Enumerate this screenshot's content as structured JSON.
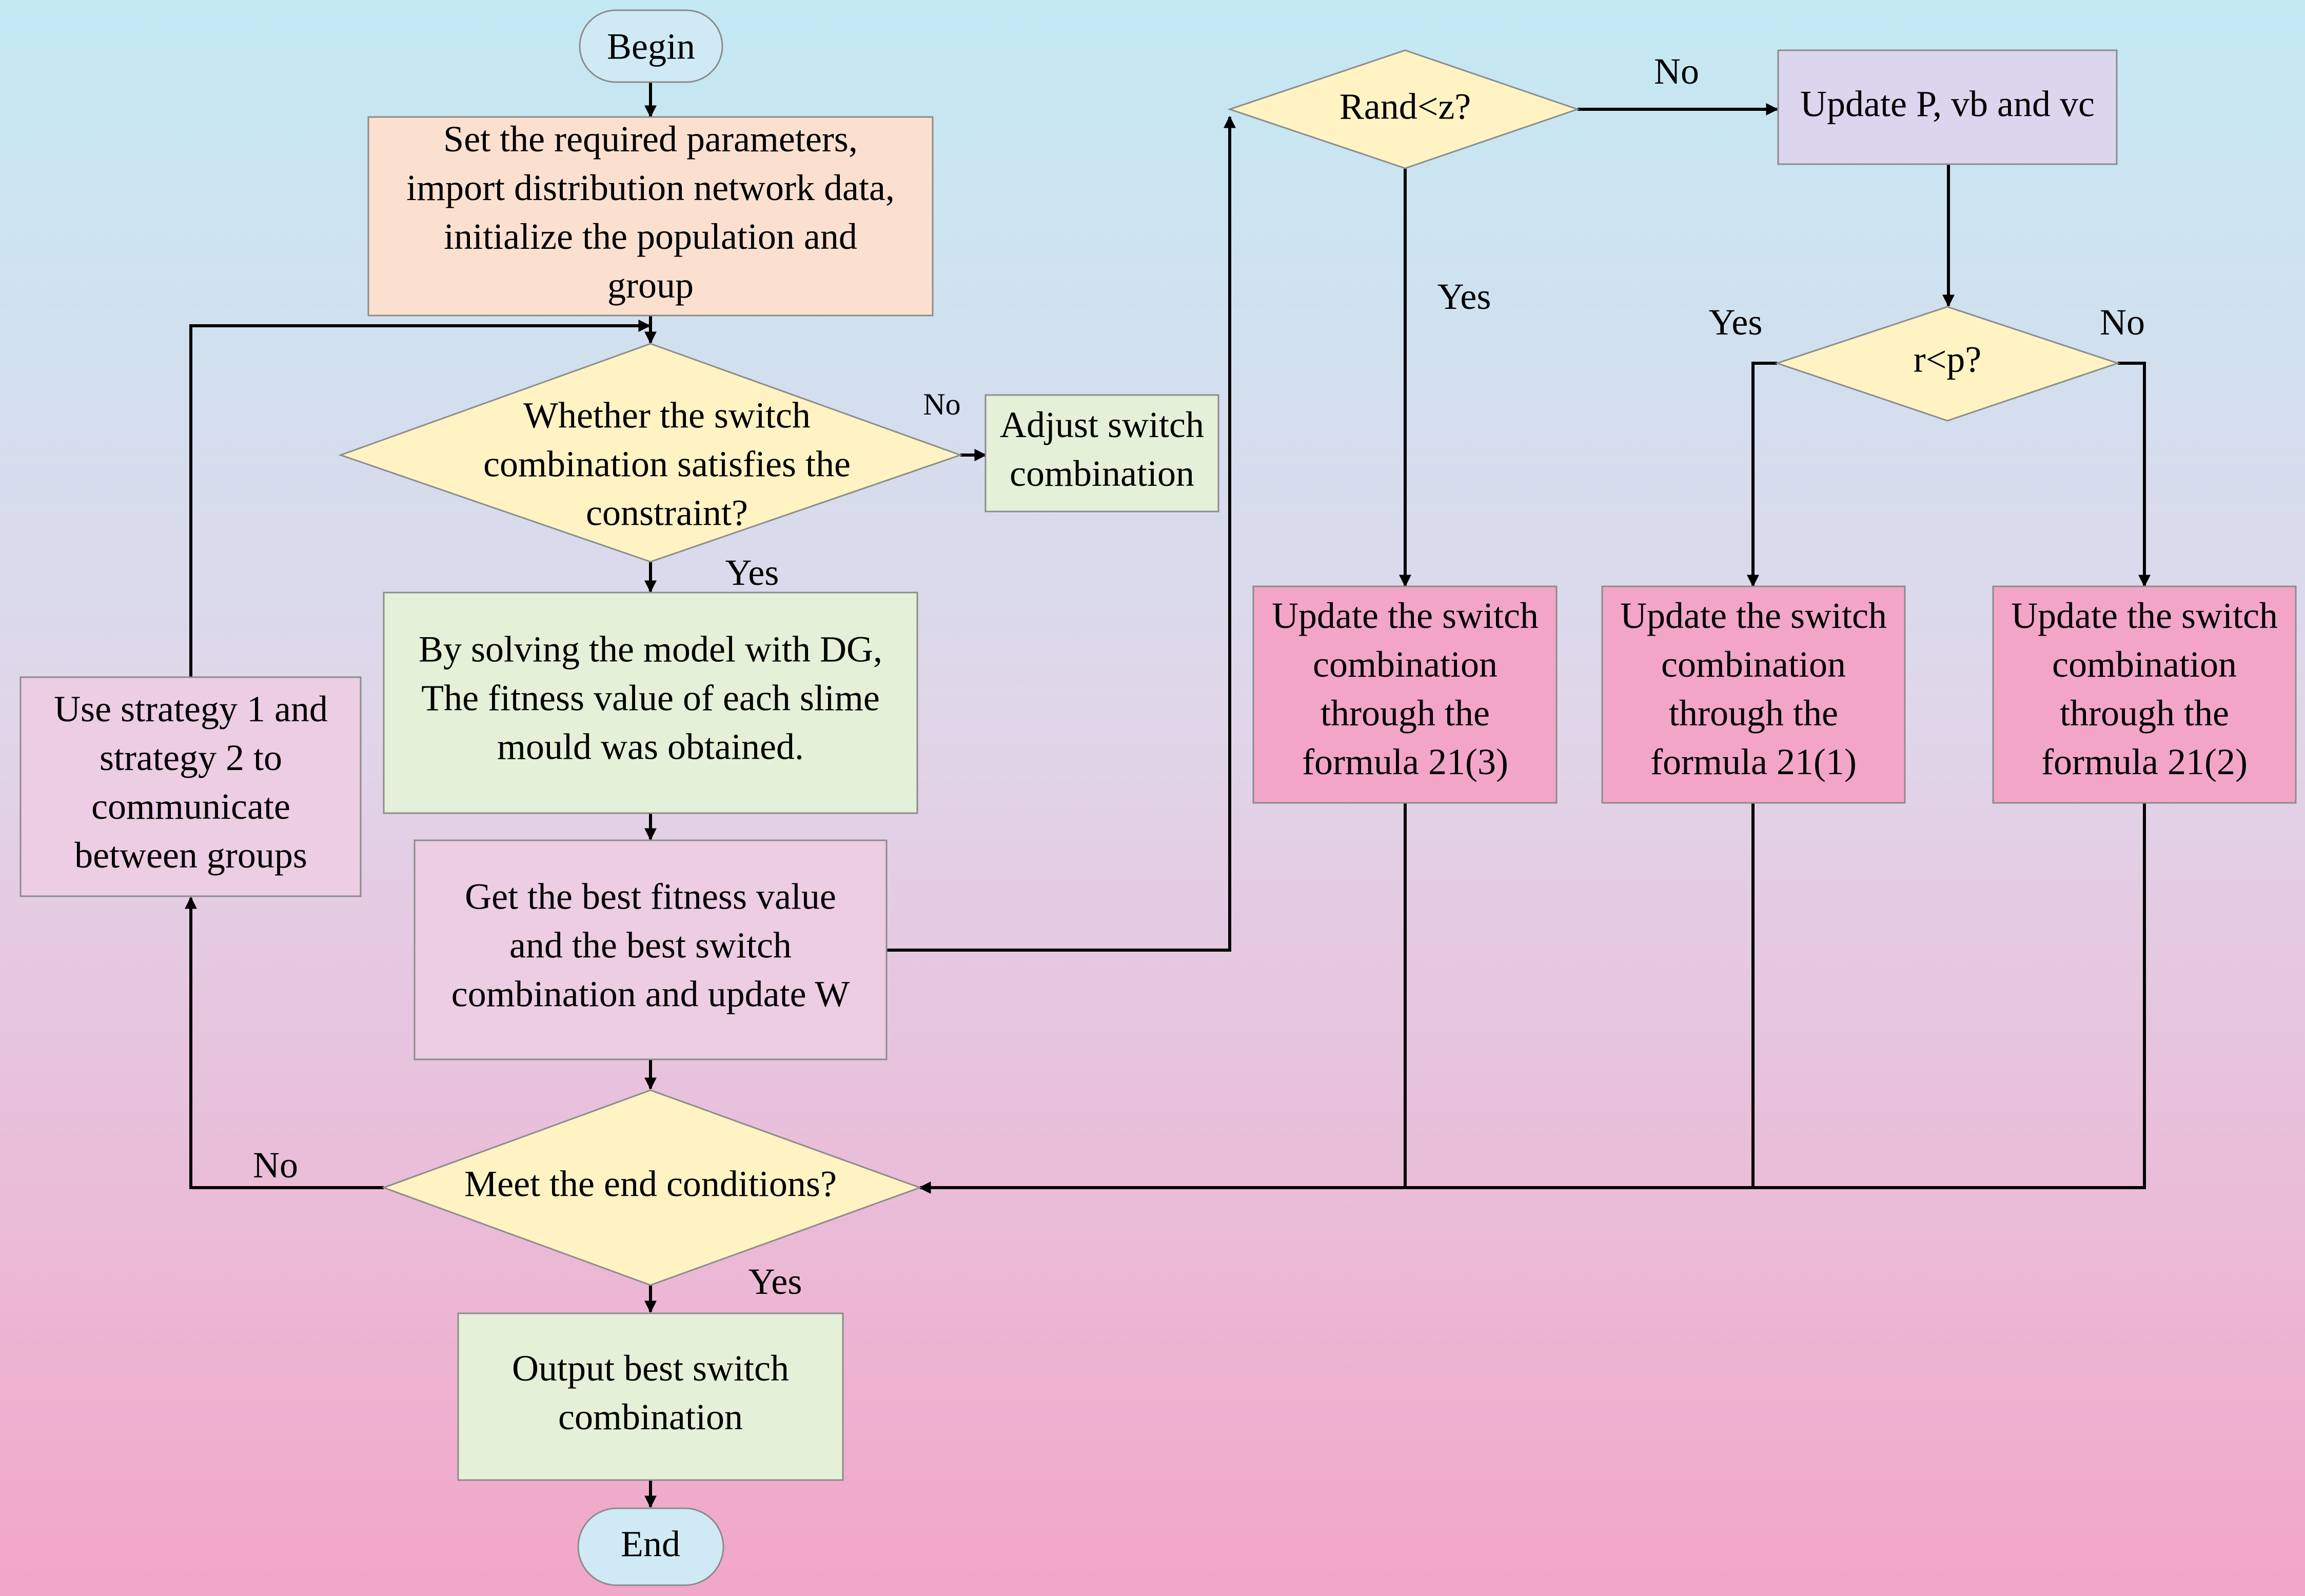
{
  "colors": {
    "background_top": "#c3e9f3",
    "background_mid": "#e0d6ea",
    "background_bottom": "#f2a6c9",
    "terminal": "#cfeaf5",
    "setup_box": "#fbe0d0",
    "green_box": "#e4f0d8",
    "purple_box": "#eccde4",
    "decision": "#fff3c4",
    "lavender_box": "#dcd5ee",
    "pink_box": "#f3a5c7",
    "stroke": "#8c8c8c"
  },
  "nodes": {
    "begin": {
      "lines": [
        "Begin"
      ]
    },
    "setup": {
      "lines": [
        "Set the required parameters,",
        "import distribution network data,",
        "initialize the population and",
        "group"
      ]
    },
    "constraint": {
      "lines": [
        "Whether the switch",
        "combination satisfies the",
        "constraint?"
      ]
    },
    "adjust": {
      "lines": [
        "Adjust switch",
        "combination"
      ]
    },
    "solve": {
      "lines": [
        "By solving the model with DG,",
        "The fitness value of each slime",
        "mould was obtained."
      ]
    },
    "best": {
      "lines": [
        "Get the best fitness value",
        "and the best switch",
        "combination and update W"
      ]
    },
    "strategy": {
      "lines": [
        "Use strategy 1 and",
        "strategy 2 to",
        "communicate",
        "between groups"
      ]
    },
    "end_check": {
      "lines": [
        "Meet the end conditions?"
      ]
    },
    "output": {
      "lines": [
        "Output best switch",
        "combination"
      ]
    },
    "end": {
      "lines": [
        "End"
      ]
    },
    "rand": {
      "lines": [
        "Rand<z?"
      ]
    },
    "update_p": {
      "lines": [
        "Update P, vb and vc"
      ]
    },
    "rp": {
      "lines": [
        "r<p?"
      ]
    },
    "formula3": {
      "lines": [
        "Update the switch",
        "combination",
        "through the",
        "formula 21(3)"
      ]
    },
    "formula1": {
      "lines": [
        "Update the switch",
        "combination",
        "through the",
        "formula 21(1)"
      ]
    },
    "formula2": {
      "lines": [
        "Update the switch",
        "combination",
        "through the",
        "formula 21(2)"
      ]
    }
  },
  "edge_labels": {
    "constraint_no": "No",
    "constraint_yes": "Yes",
    "end_no": "No",
    "end_yes": "Yes",
    "rand_no": "No",
    "rand_yes": "Yes",
    "rp_yes": "Yes",
    "rp_no": "No"
  }
}
